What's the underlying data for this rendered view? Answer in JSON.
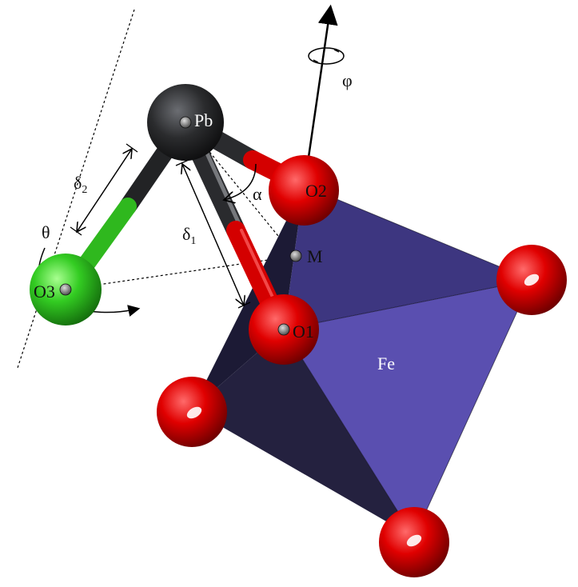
{
  "labels": {
    "pb": "Pb",
    "o1": "O1",
    "o2": "O2",
    "o3": "O3",
    "m": "M",
    "fe": "Fe",
    "alpha": "α",
    "phi": "φ",
    "theta": "θ",
    "delta1": {
      "base": "δ",
      "sub": "1"
    },
    "delta2": {
      "base": "δ",
      "sub": "2"
    }
  },
  "colors": {
    "pb_atom": "#2b2c2e",
    "oxygen_atom": "#e00000",
    "o3_atom": "#33cc22",
    "octahedron_light": "#5a4fb0",
    "octahedron_mid": "#3d3680",
    "octahedron_dark": "#1c1a35"
  }
}
